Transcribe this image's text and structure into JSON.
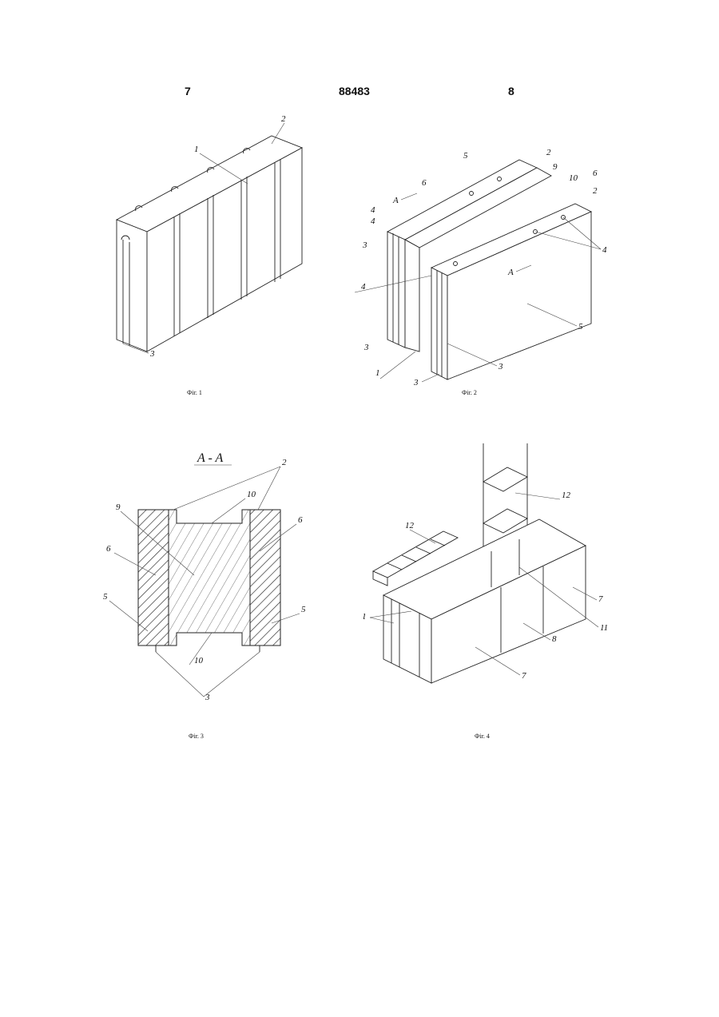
{
  "header": {
    "page_left": "7",
    "patent_number": "88483",
    "page_right": "8"
  },
  "figures": [
    {
      "caption": "Фіг. 1",
      "labels": [
        "1",
        "2",
        "3"
      ]
    },
    {
      "caption": "Фіг. 2",
      "labels": [
        "5",
        "2",
        "6",
        "9",
        "10",
        "6",
        "2",
        "A",
        "4",
        "4",
        "3",
        "4",
        "A",
        "4",
        "5",
        "3",
        "1",
        "3",
        "3"
      ]
    },
    {
      "caption": "Фіг. 3",
      "labels": [
        "A - A",
        "2",
        "9",
        "10",
        "6",
        "6",
        "5",
        "5",
        "10",
        "3"
      ]
    },
    {
      "caption": "Фіг. 4",
      "labels": [
        "12",
        "12",
        "1",
        "7",
        "8",
        "11",
        "7"
      ]
    }
  ]
}
